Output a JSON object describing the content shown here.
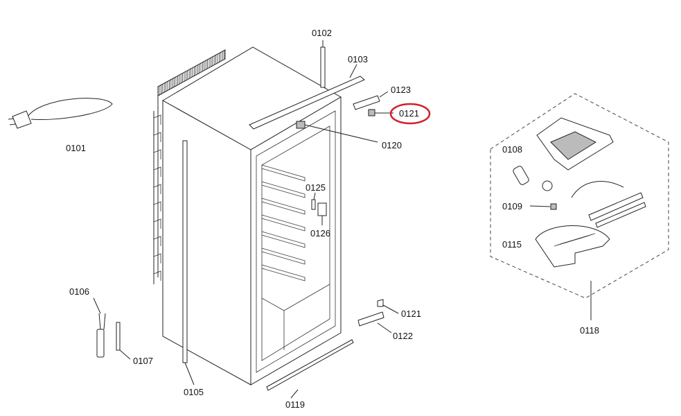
{
  "diagram": {
    "highlight_color": "#d0202a",
    "labels": {
      "p0101": "0101",
      "p0102": "0102",
      "p0103": "0103",
      "p0105": "0105",
      "p0106": "0106",
      "p0107": "0107",
      "p0108": "0108",
      "p0109": "0109",
      "p0115": "0115",
      "p0118": "0118",
      "p0119": "0119",
      "p0120": "0120",
      "p0121_top": "0121",
      "p0121_bottom": "0121",
      "p0122": "0122",
      "p0123": "0123",
      "p0125": "0125",
      "p0126": "0126"
    },
    "highlighted_part": "0121"
  }
}
